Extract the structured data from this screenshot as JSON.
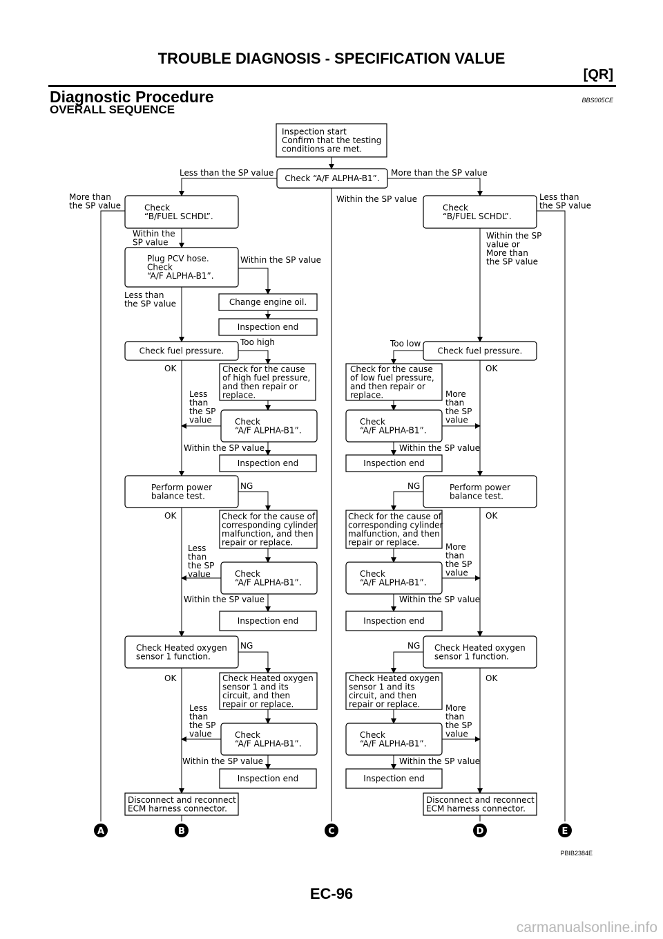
{
  "header": {
    "title": "TROUBLE DIAGNOSIS - SPECIFICATION VALUE",
    "tag": "[QR]"
  },
  "section": {
    "title": "Diagnostic Procedure",
    "code": "BBS005CE",
    "subtitle": "OVERALL SEQUENCE"
  },
  "boxes": {
    "start": [
      "Inspection start",
      "Confirm that the testing",
      "conditions are met."
    ],
    "check_af": [
      "Check “A/F ALPHA-B1”."
    ],
    "l_bfuel": [
      "Check",
      "“B/FUEL SCHDL”."
    ],
    "r_bfuel": [
      "Check",
      "“B/FUEL SCHDL”."
    ],
    "l_pcv": [
      "Plug PCV hose.",
      "Check",
      "“A/F ALPHA-B1”."
    ],
    "l_oil": [
      "Change engine oil."
    ],
    "l_end1": [
      "Inspection end"
    ],
    "l_fuelp": [
      "Check fuel pressure."
    ],
    "l_cause_hi": [
      "Check for the cause",
      "of high fuel pressure,",
      "and then repair or",
      "replace."
    ],
    "l_af1": [
      "Check",
      "“A/F ALPHA-B1”."
    ],
    "l_end2": [
      "Inspection end"
    ],
    "r_fuelp": [
      "Check fuel pressure."
    ],
    "r_cause_lo": [
      "Check for the cause",
      "of low fuel pressure,",
      "and then repair or",
      "replace."
    ],
    "r_af1": [
      "Check",
      "“A/F ALPHA-B1”."
    ],
    "r_end2": [
      "Inspection end"
    ],
    "l_power": [
      "Perform power",
      "balance test."
    ],
    "l_cyl": [
      "Check for the cause of",
      "corresponding cylinder",
      "malfunction, and then",
      "repair or replace."
    ],
    "l_af2": [
      "Check",
      "“A/F ALPHA-B1”."
    ],
    "l_end3": [
      "Inspection end"
    ],
    "r_power": [
      "Perform power",
      "balance test."
    ],
    "r_cyl": [
      "Check for the cause of",
      "corresponding cylinder",
      "malfunction, and then",
      "repair or replace."
    ],
    "r_af2": [
      "Check",
      "“A/F ALPHA-B1”."
    ],
    "r_end3": [
      "Inspection end"
    ],
    "l_o2": [
      "Check Heated oxygen",
      "sensor 1 function."
    ],
    "l_o2c": [
      "Check Heated oxygen",
      "sensor 1 and its",
      "circuit, and then",
      "repair or replace."
    ],
    "l_af3": [
      "Check",
      "“A/F ALPHA-B1”."
    ],
    "l_end4": [
      "Inspection end"
    ],
    "r_o2": [
      "Check Heated oxygen",
      "sensor 1 function."
    ],
    "r_o2c": [
      "Check Heated oxygen",
      "sensor 1 and its",
      "circuit, and then",
      "repair or replace."
    ],
    "r_af3": [
      "Check",
      "“A/F ALPHA-B1”."
    ],
    "r_end4": [
      "Inspection end"
    ],
    "l_ecm": [
      "Disconnect and reconnect",
      "ECM harness connector."
    ],
    "r_ecm": [
      "Disconnect and reconnect",
      "ECM harness connector."
    ]
  },
  "labels": {
    "less_sp_top": [
      "Less than the SP value"
    ],
    "more_sp_top": [
      "More than the SP value"
    ],
    "within_center": [
      "Within the SP value"
    ],
    "l_more_than": [
      "More than",
      "the SP value"
    ],
    "r_less_than": [
      "Less than",
      "the SP value"
    ],
    "l_within_the": [
      "Within the",
      "SP value"
    ],
    "r_within_or_more": [
      "Within the SP",
      "value or",
      "More than",
      "the SP value"
    ],
    "l_pcv_within": [
      "Within the SP value"
    ],
    "l_pcv_less": [
      "Less than",
      "the SP value"
    ],
    "l_too_high": [
      "Too high"
    ],
    "r_too_low": [
      "Too low"
    ],
    "l_ok1": [
      "OK"
    ],
    "r_ok1": [
      "OK"
    ],
    "l_less1": [
      "Less",
      "than",
      "the SP",
      "value"
    ],
    "r_more1": [
      "More",
      "than",
      "the SP",
      "value"
    ],
    "l_within1": [
      "Within the SP value"
    ],
    "r_within1": [
      "Within the SP value"
    ],
    "l_ng2": [
      "NG"
    ],
    "r_ng2": [
      "NG"
    ],
    "l_ok2": [
      "OK"
    ],
    "r_ok2": [
      "OK"
    ],
    "l_less2": [
      "Less",
      "than",
      "the SP",
      "value"
    ],
    "r_more2": [
      "More",
      "than",
      "the SP",
      "value"
    ],
    "l_within2": [
      "Within the SP value"
    ],
    "r_within2": [
      "Within the SP value"
    ],
    "l_ng3": [
      "NG"
    ],
    "r_ng3": [
      "NG"
    ],
    "l_ok3": [
      "OK"
    ],
    "r_ok3": [
      "OK"
    ],
    "l_less3": [
      "Less",
      "than",
      "the SP",
      "value"
    ],
    "r_more3": [
      "More",
      "than",
      "the SP",
      "value"
    ],
    "l_within3": [
      "Within the SP value"
    ],
    "r_within3": [
      "Within the SP value"
    ]
  },
  "connectors": [
    "A",
    "B",
    "C",
    "D",
    "E"
  ],
  "figure_id": "PBIB2384E",
  "page_number": "EC-96",
  "watermark": "carmanualsonline.info"
}
